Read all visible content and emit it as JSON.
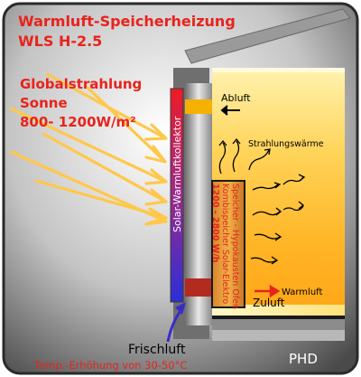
{
  "title": {
    "line1": "Warmluft-Speicherheizung",
    "line2": "WLS H-2.5",
    "color_line1": "#e8231c",
    "color_line2": "#e8231c"
  },
  "radiation": {
    "line1": "Globalstrahlung",
    "line2": "Sonne",
    "line3": "800- 1200W/m²",
    "color": "#e8231c"
  },
  "collector": {
    "label": "Solar-Warmluftkollektor",
    "gradient": [
      "#ee1c25",
      "#9b2a8c",
      "#2b2fd6"
    ]
  },
  "storage": {
    "line1": "Speicher - Hypokausten Ofen",
    "line2": "Kombispeicher Solar-Elektro",
    "line3": "1200 - 2800 W/h",
    "text_color": "#e8231c"
  },
  "labels": {
    "abluft": "Abluft",
    "strahlungswaerme": "Strahlungswärme",
    "warmluft": "Warmluft",
    "zuluft": "Zuluft",
    "frischluft": "Frischluft",
    "temp": "Temp.-Erhöhung von 30-50°C",
    "brand": "PHD"
  },
  "colors": {
    "background": "#565656",
    "sun_arrows": "#ffc84a",
    "room_warm": "#ffbf3a",
    "room_light": "#fff5b8",
    "fresh_air_arrow": "#3a2cc8",
    "warm_air_arrow": "#e8231c"
  },
  "icons": [
    "sun-ray-arrow",
    "exhaust-arrow",
    "heat-wave-arrow",
    "fresh-air-arrow",
    "warm-air-arrow"
  ]
}
